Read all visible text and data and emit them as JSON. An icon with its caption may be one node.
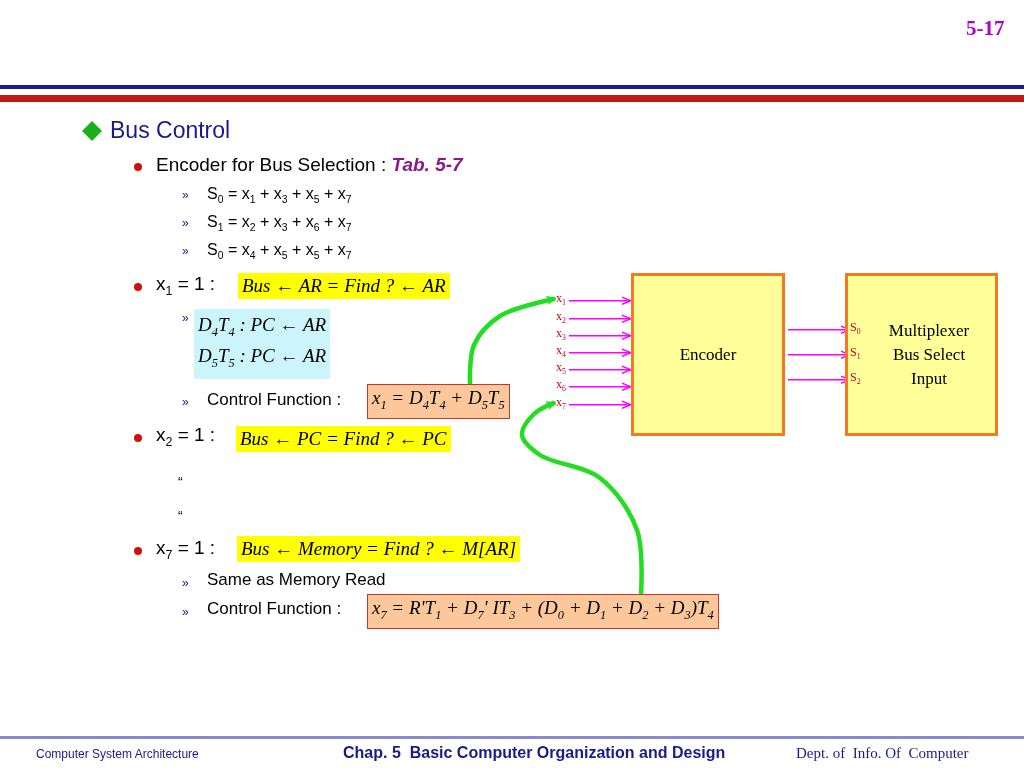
{
  "diagram": {
    "nodes": [
      {
        "text": [
          "Encoder"
        ]
      },
      {
        "text": [
          "Multiplexer Bus Select Input"
        ]
      },
      {
        "text": [
          "x$_{1}$"
        ]
      },
      {
        "text": [
          "x$_{2}$"
        ]
      },
      {
        "text": [
          "x$_{3}$"
        ]
      },
      {
        "text": [
          "x$_{4}$"
        ]
      },
      {
        "text": [
          "x$_{5}$"
        ]
      },
      {
        "text": [
          "x$_{6}$"
        ]
      },
      {
        "text": [
          "x$_{7}$"
        ]
      },
      {
        "text": [
          "S$_{0}$"
        ],
        "in": 1
      },
      {
        "text": [
          "S$_{1}$"
        ],
        "in": 1
      },
      {
        "text": [
          "S$_{2}$"
        ],
        "in": 1
      },
      {
        "text": [
          "Bus ← AR = Find ? ← AR"
        ]
      },
      {
        "text": [
          "D$_{4}$T$_{4}$ : PC ← AR",
          "D$_{5}$T$_{5}$ : PC ← AR"
        ]
      },
      {
        "text": [
          "x$_{1}$ = D$_{4}$T$_{4}$ + D$_{5}$T$_{5}$"
        ]
      },
      {
        "text": [
          "Bus ← PC = Find ? ← PC"
        ]
      },
      {
        "text": [
          "Bus ← Memory = Find ? ← M[AR]"
        ]
      },
      {
        "text": [
          "x$_{7}$ = R'T$_{1}$ + D$_{7}$' IT$_{3}$ + (D$_{0}$ + D$_{1}$ + D$_{2}$ + D$_{3}$)T$_{4}$"
        ]
      }
    ],
    "edges": [
      {
        "from": 2,
        "to": 0,
        "arrow": "to"
      },
      {
        "from": 3,
        "to": 0,
        "arrow": "to"
      },
      {
        "from": 4,
        "to": 0,
        "arrow": "to"
      },
      {
        "from": 5,
        "to": 0,
        "arrow": "to"
      },
      {
        "from": 6,
        "to": 0,
        "arrow": "to"
      },
      {
        "from": 7,
        "to": 0,
        "arrow": "to"
      },
      {
        "from": 8,
        "to": 0,
        "arrow": "to"
      },
      {
        "from": 0,
        "to": 9,
        "arrow": "to"
      },
      {
        "from": 0,
        "to": 10,
        "arrow": "to"
      },
      {
        "from": 0,
        "to": 11,
        "arrow": "to"
      },
      {
        "from": 14,
        "to": 2,
        "arrow": "to",
        "style": "thick",
        "color": "#22dd22"
      },
      {
        "from": 17,
        "to": 8,
        "arrow": "to",
        "style": "thick",
        "color": "#22dd22"
      }
    ],
    "labels": [
      "5-17",
      "Bus Control",
      "Encoder for Bus Selection : **Tab. 5-7**",
      "»",
      "S$_{0}$ = x$_{1}$ + x$_{3}$ + x$_{5}$ + x$_{7}$",
      "»",
      "S$_{1}$ = x$_{2}$ + x$_{3}$ + x$_{6}$ + x$_{7}$",
      "»",
      "S$_{0}$ = x$_{4}$ + x$_{5}$ + x$_{5}$ + x$_{7}$",
      "x$_{1}$ = 1 :",
      "»",
      "»",
      "Control Function :",
      "x$_{2}$ = 1 :",
      "“",
      "“",
      "x$_{7}$ = 1 :",
      "»",
      "Same as Memory Read",
      "»",
      "Control Function :",
      "Computer System Architecture",
      "Chap. 5  Basic Computer Organization and Design",
      "Dept. of  Info. Of  Computer"
    ]
  }
}
